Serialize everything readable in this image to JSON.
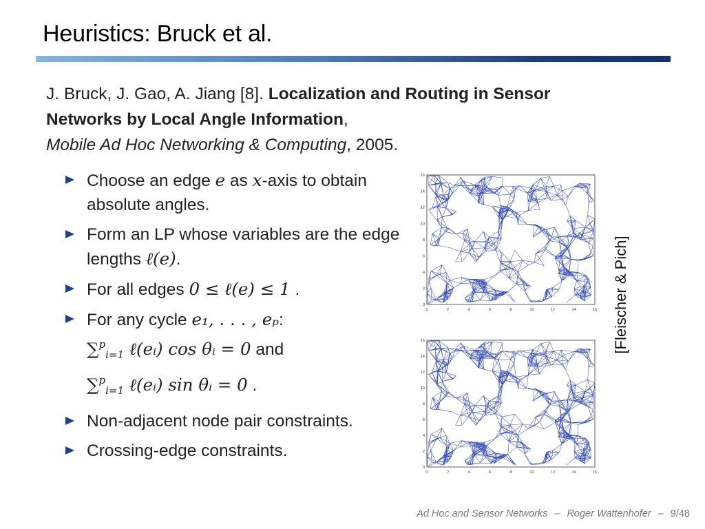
{
  "slide": {
    "title": "Heuristics: Bruck et al."
  },
  "reference": {
    "authors": "J. Bruck, J. Gao, A. Jiang [8].",
    "paper_title": "Localization and Routing in Sensor Networks by Local Angle Information",
    "comma": ",",
    "venue": "Mobile Ad Hoc Networking & Computing",
    "year": ", 2005."
  },
  "bullets": {
    "b1_a": "Choose an edge ",
    "b1_e": "e",
    "b1_b": " as ",
    "b1_x": "x",
    "b1_c": "-axis to obtain absolute angles.",
    "b2_a": "Form an LP whose variables are the edge lengths ",
    "b2_expr": "ℓ(e)",
    "b2_b": ".",
    "b3_a": "For all edges ",
    "b3_expr": "0 ≤ ℓ(e) ≤ 1",
    "b3_b": " .",
    "b4_a": "For any cycle ",
    "b4_cycle": "e₁, . . . , eₚ",
    "b4_colon": ":",
    "b4_sum1": "∑",
    "b4_sum1_sup": "p",
    "b4_sum1_sub": "i=1",
    "b4_expr1": " ℓ(eᵢ) cos θᵢ = 0",
    "b4_and": " and",
    "b4_sum2": "∑",
    "b4_sum2_sup": "p",
    "b4_sum2_sub": "i=1",
    "b4_expr2": " ℓ(eᵢ) sin θᵢ = 0",
    "b4_end": " .",
    "b5": "Non-adjacent node pair constraints.",
    "b6": "Crossing-edge constraints."
  },
  "figures": {
    "ticks_x": [
      "0",
      "2",
      "4",
      "6",
      "8",
      "10",
      "12",
      "14",
      "16"
    ],
    "ticks_y": [
      "0",
      "2",
      "4",
      "6",
      "8",
      "10",
      "12",
      "14",
      "16"
    ],
    "edge_color": "#3c52b8"
  },
  "credit": "[Fleischer & Pich]",
  "footer": {
    "course": "Ad Hoc and Sensor Networks",
    "sep": "–",
    "author": "Roger Wattenhofer",
    "page": "9/48"
  }
}
